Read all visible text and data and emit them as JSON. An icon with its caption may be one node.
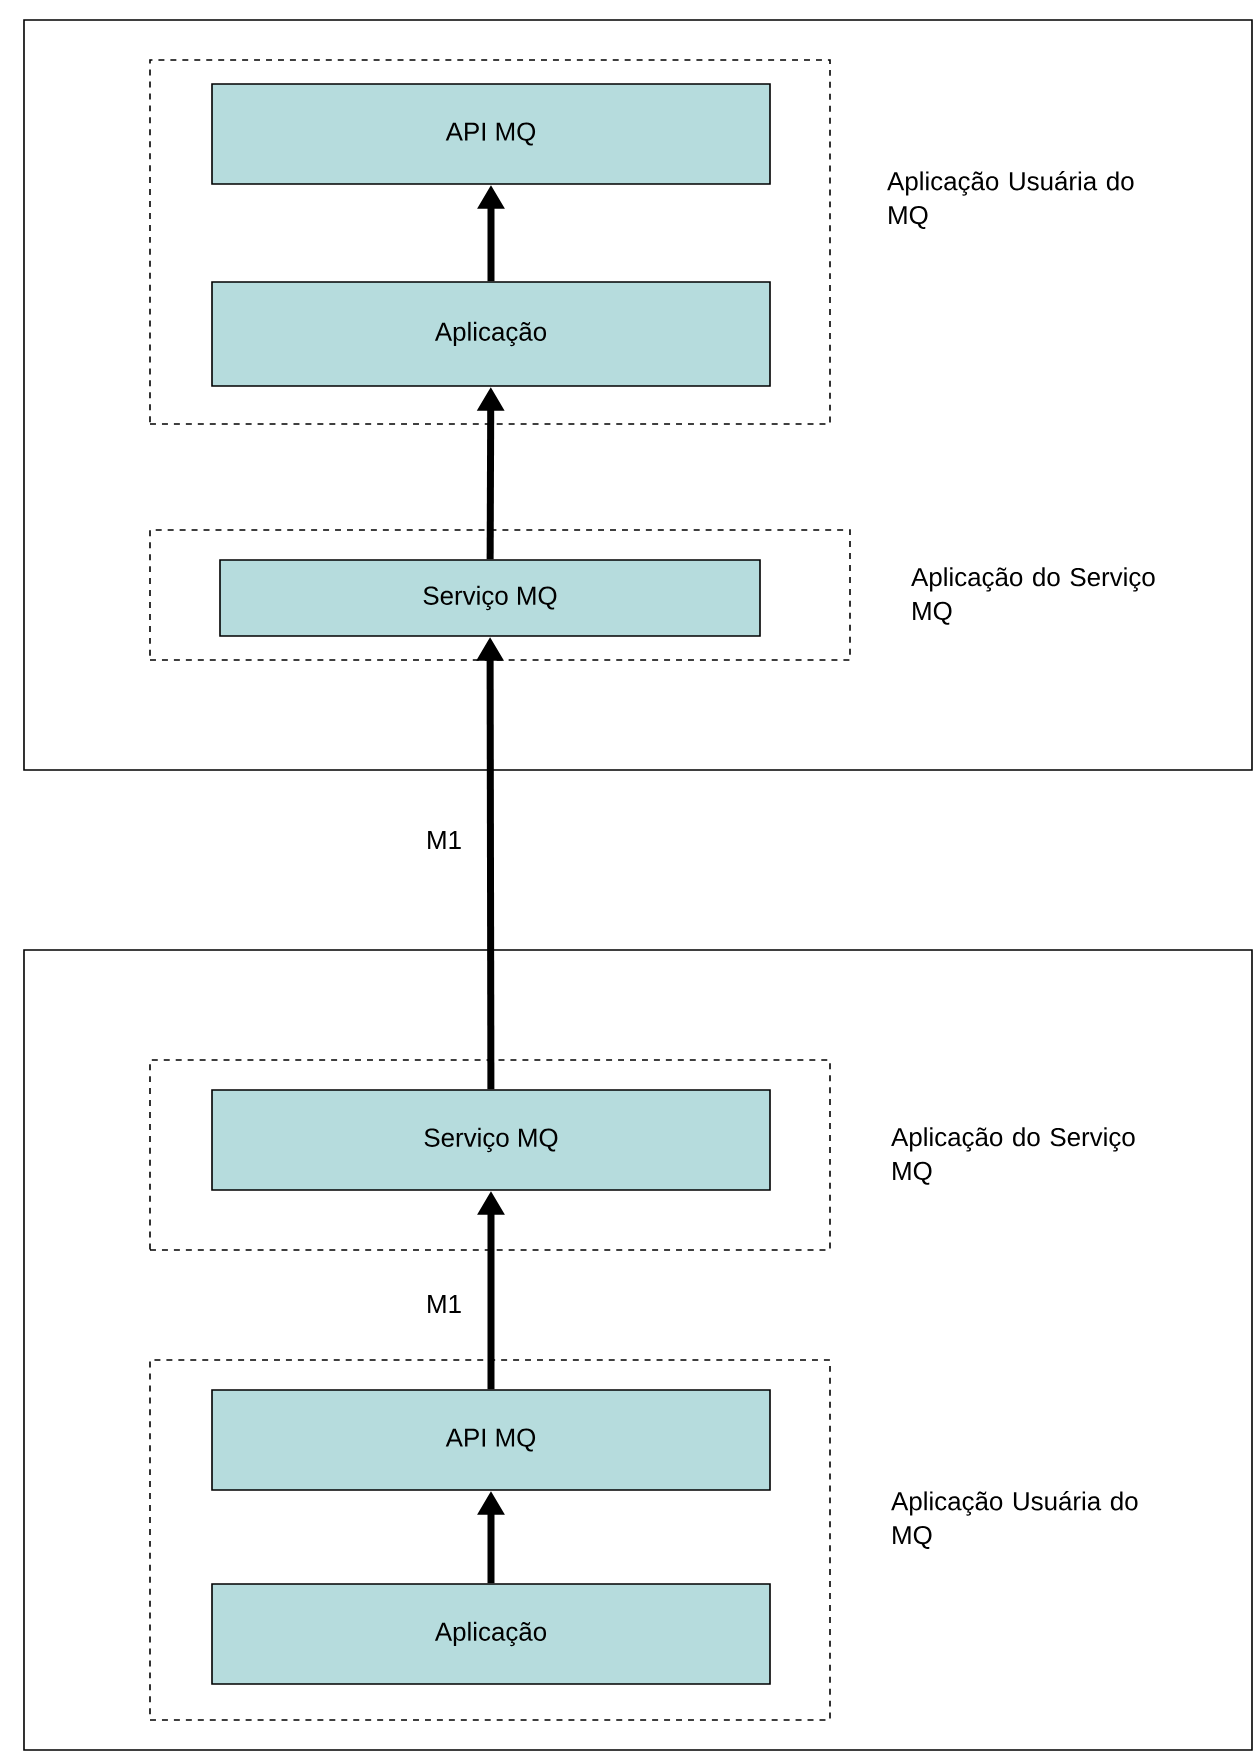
{
  "diagram": {
    "nodes": [
      {
        "text": [],
        "shape": "box"
      },
      {
        "text": [],
        "shape": "box",
        "in": 0,
        "beside": [
          "Aplicação Usuária do MQ"
        ]
      },
      {
        "text": [
          "API MQ"
        ],
        "in": 1
      },
      {
        "text": [
          "Aplicação"
        ],
        "in": 1
      },
      {
        "text": [],
        "shape": "box",
        "in": 0,
        "beside": [
          "Aplicação do Serviço MQ"
        ]
      },
      {
        "text": [
          "Serviço MQ"
        ],
        "in": 4
      },
      {
        "text": [],
        "shape": "box"
      },
      {
        "text": [],
        "shape": "box",
        "in": 6,
        "beside": [
          "Aplicação do Serviço MQ"
        ]
      },
      {
        "text": [
          "Serviço MQ"
        ],
        "in": 7
      },
      {
        "text": [],
        "shape": "box",
        "in": 6,
        "beside": [
          "Aplicação Usuária do MQ"
        ]
      },
      {
        "text": [
          "API MQ"
        ],
        "in": 9
      },
      {
        "text": [
          "Aplicação"
        ],
        "in": 9
      }
    ],
    "edges": [
      {
        "from": 3,
        "to": 2,
        "arrow": "to"
      },
      {
        "from": 5,
        "to": 3,
        "arrow": "to"
      },
      {
        "from": 8,
        "to": 5,
        "arrow": "to",
        "label": "M1"
      },
      {
        "from": 10,
        "to": 8,
        "arrow": "to",
        "label": "M1"
      },
      {
        "from": 11,
        "to": 10,
        "arrow": "to"
      }
    ]
  }
}
